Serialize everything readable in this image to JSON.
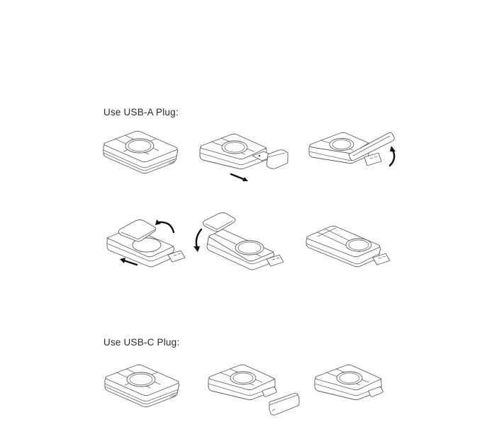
{
  "sections": [
    {
      "title": "Use USB-A Plug:",
      "steps": [
        {
          "id": 1,
          "description": "Charger closed (folded state)",
          "arrow": "none"
        },
        {
          "id": 2,
          "description": "Slide end cap outward",
          "arrow": "slide-right"
        },
        {
          "id": 3,
          "description": "Flip cap up to reveal USB-A plug",
          "arrow": "rotate-up"
        },
        {
          "id": 4,
          "description": "Rotate cap over puck and slide back",
          "arrow": "rotate-over-slide-left"
        },
        {
          "id": 5,
          "description": "Fold cap down at rear end",
          "arrow": "rotate-down"
        },
        {
          "id": 6,
          "description": "USB-A plug exposed, ready to use",
          "arrow": "none"
        }
      ]
    },
    {
      "title": "Use USB-C Plug:",
      "steps": [
        {
          "id": 1,
          "description": "Charger closed (folded state)",
          "arrow": "none"
        },
        {
          "id": 2,
          "description": "Pull off USB-C cap",
          "arrow": "none"
        },
        {
          "id": 3,
          "description": "USB-C plug exposed, ready to use",
          "arrow": "none"
        }
      ]
    }
  ],
  "colors": {
    "line": "#5a5a5a",
    "arrow": "#111111",
    "text": "#2a2a2a",
    "background": "#ffffff"
  }
}
